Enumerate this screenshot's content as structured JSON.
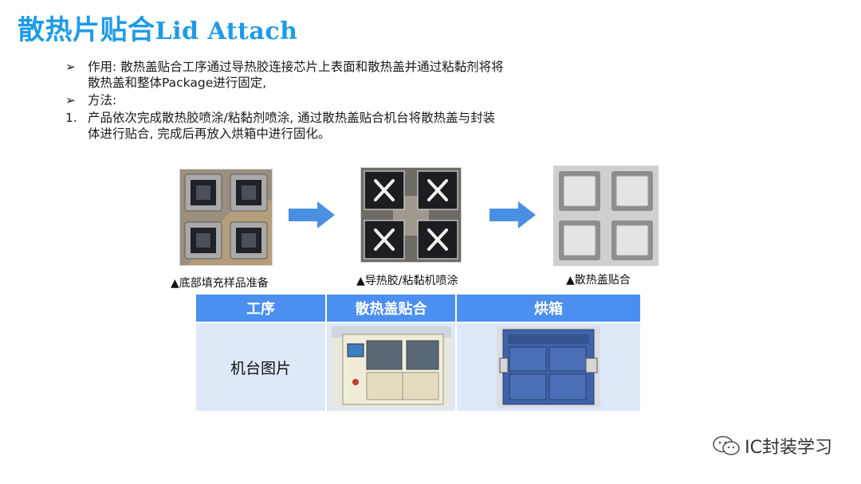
{
  "title": {
    "cn": "散热片贴合",
    "en": "Lid Attach"
  },
  "bullets": [
    {
      "marker": "➢",
      "lines": [
        "作用: 散热盖贴合工序通过导热胶连接芯片上表面和散热盖并通过粘黏剂将将",
        "散热盖和整体Package进行固定,"
      ]
    },
    {
      "marker": "➢",
      "lines": [
        "方法:"
      ]
    },
    {
      "marker": "1.",
      "lines": [
        "产品依次完成散热胶喷涂/粘黏剂喷涂, 通过散热盖贴合机台将散热盖与封装",
        "体进行贴合, 完成后再放入烘箱中进行固化。"
      ]
    }
  ],
  "steps": [
    {
      "caption": "▲底部填充样品准备",
      "icon": "chip-tray-photo"
    },
    {
      "caption": "▲导热胶/粘黏机喷涂",
      "icon": "adhesive-dispense-photo"
    },
    {
      "caption": "▲散热盖贴合",
      "icon": "lid-attached-photo"
    }
  ],
  "table": {
    "headers": [
      "工序",
      "散热盖贴合",
      "烘箱"
    ],
    "row_label": "机台图片"
  },
  "watermark": "IC封装学习",
  "colors": {
    "title": "#1e9be8",
    "header": "#4b8ff0",
    "row": "#dde8f8",
    "arrow": "#4a90e2"
  }
}
